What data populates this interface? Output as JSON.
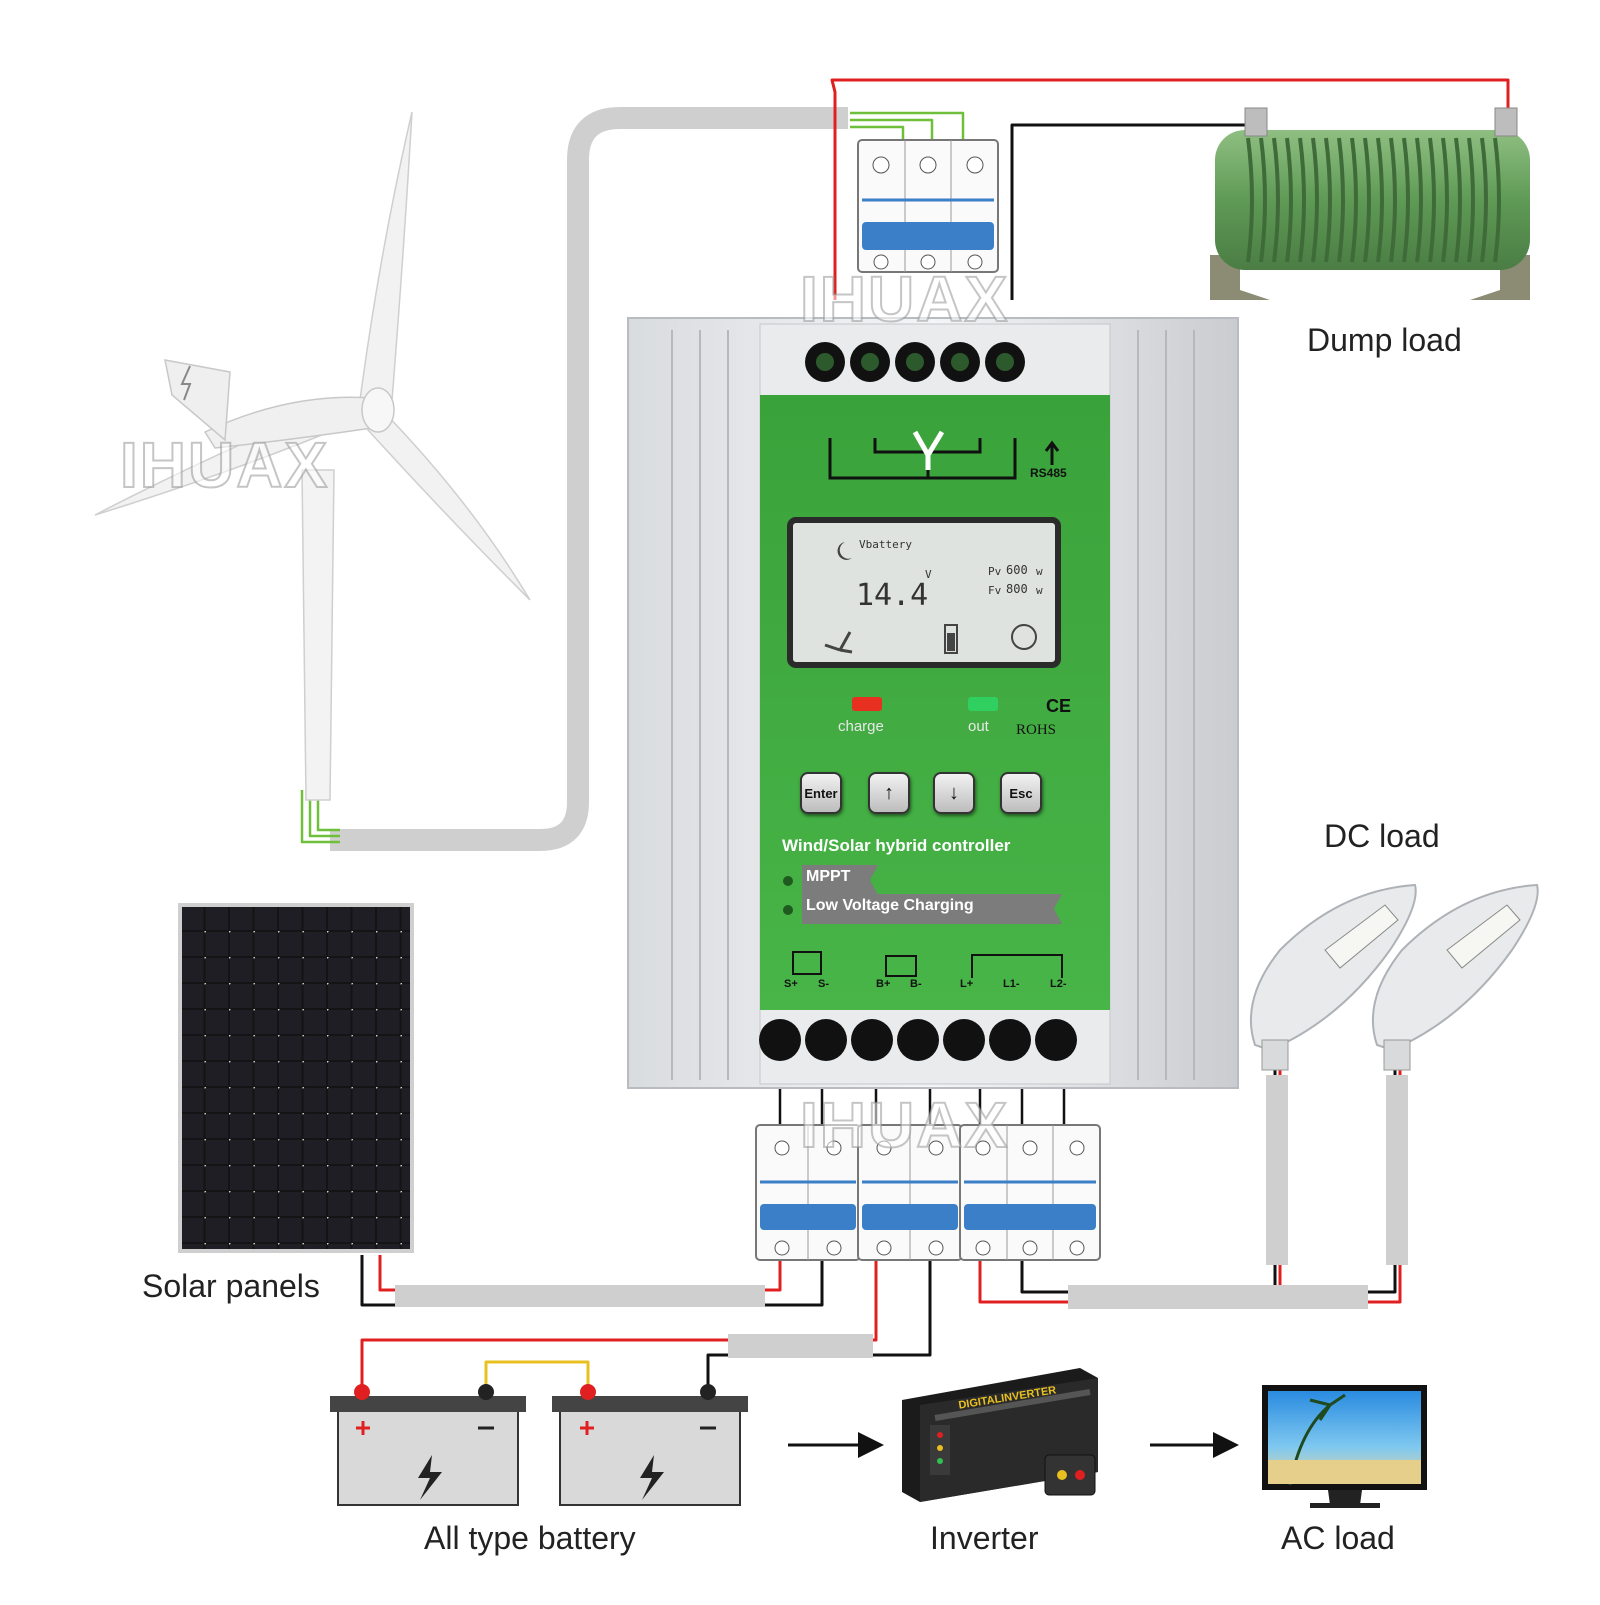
{
  "labels": {
    "dump_load": "Dump load",
    "dc_load": "DC load",
    "solar_panels": "Solar panels",
    "battery": "All type battery",
    "inverter": "Inverter",
    "ac_load": "AC load"
  },
  "watermark": "IHUAX",
  "controller": {
    "title": "Wind/Solar hybrid controller",
    "feature_1": "MPPT",
    "feature_2": "Low Voltage Charging",
    "rs485": "RS485",
    "ce": "CE",
    "rohs": "ROHS",
    "led_charge": "charge",
    "led_out": "out",
    "buttons": {
      "enter": "Enter",
      "up": "↑",
      "down": "↓",
      "esc": "Esc"
    },
    "terminals": [
      "S+",
      "S-",
      "B+",
      "B-",
      "L+",
      "L1-",
      "L2-"
    ],
    "lcd": {
      "label": "Vbattery",
      "voltage": "14.4",
      "unit": "V",
      "pv_label": "Pv",
      "pv_value": "600",
      "fv_label": "Fv",
      "fv_value": "800",
      "watt": "w"
    }
  },
  "inverter_brand": "DIGITALINVERTER",
  "colors": {
    "panel_green": "#3aa83a",
    "wire_red": "#e02020",
    "wire_green": "#6fbf3a",
    "wire_yellow": "#e8c020",
    "cable_gray": "#cfcfcf",
    "breaker_blue": "#3a7fc8"
  }
}
